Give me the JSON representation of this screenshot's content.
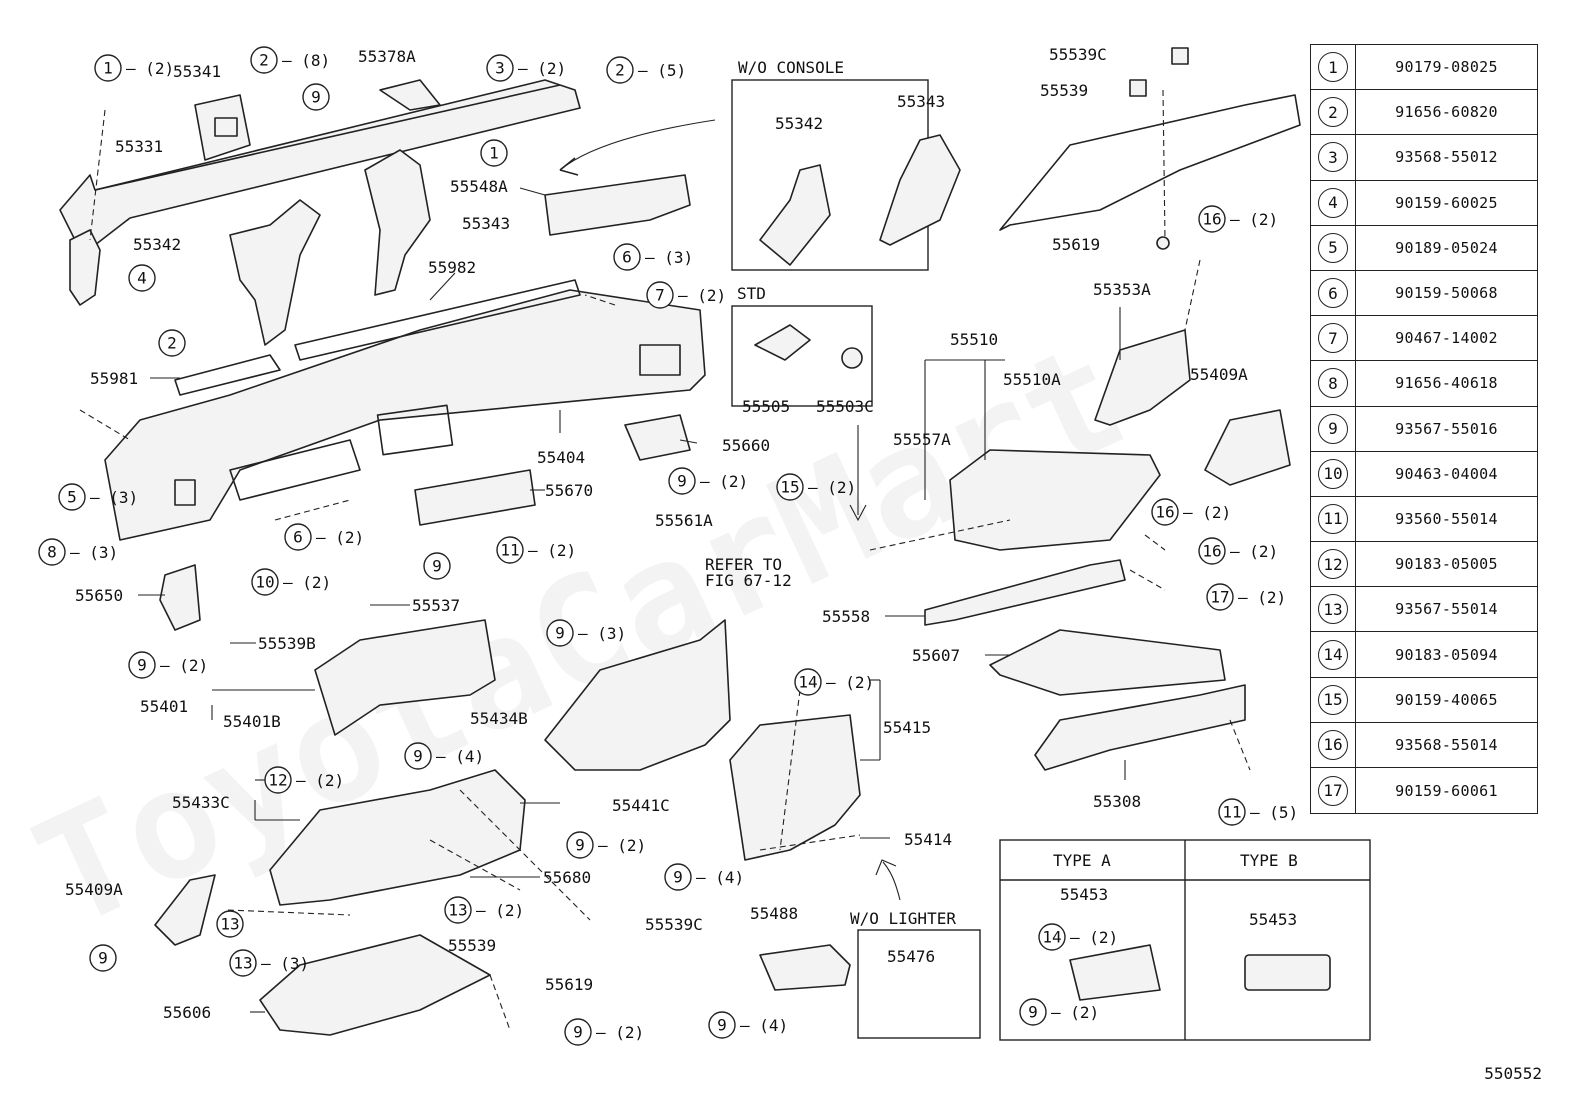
{
  "diagram_id": "550552",
  "watermark": "ToyotaCarMart",
  "boxes": {
    "wo_console": {
      "title": "W/O CONSOLE",
      "parts": [
        "55342",
        "55343"
      ]
    },
    "std": {
      "title": "STD",
      "parts": [
        "55505",
        "55503C"
      ]
    },
    "wo_lighter": {
      "title": "W/O LIGHTER",
      "parts": [
        "55476"
      ]
    },
    "type_a": {
      "title": "TYPE A",
      "parts": [
        "55453"
      ]
    },
    "type_b": {
      "title": "TYPE B",
      "parts": [
        "55453"
      ]
    }
  },
  "labels": {
    "l55341": "55341",
    "l55378a": "55378A",
    "l55331": "55331",
    "l55342": "55342",
    "l55343": "55343",
    "l55548a": "55548A",
    "l55982": "55982",
    "l55981": "55981",
    "l55404": "55404",
    "l55660": "55660",
    "l55670": "55670",
    "l55561a": "55561A",
    "l55537": "55537",
    "l55650": "55650",
    "l55539b": "55539B",
    "l55401": "55401",
    "l55401b": "55401B",
    "l55434b": "55434B",
    "l55433c": "55433C",
    "l55441c": "55441C",
    "l55680": "55680",
    "l55409a_l": "55409A",
    "l55539c_b": "55539C",
    "l55539_b": "55539",
    "l55619_b": "55619",
    "l55606": "55606",
    "l55488": "55488",
    "l55414": "55414",
    "l55415": "55415",
    "l55558": "55558",
    "l55607": "55607",
    "l55308": "55308",
    "l55539c_t": "55539C",
    "l55539_t": "55539",
    "l55619_t": "55619",
    "l55353a": "55353A",
    "l55510": "55510",
    "l55510a": "55510A",
    "l55557a": "55557A",
    "l55409a_r": "55409A",
    "refer1": "REFER TO",
    "refer2": "FIG 67-12"
  },
  "callouts": [
    {
      "num": "1",
      "qty": "(2)"
    },
    {
      "num": "2",
      "qty": "(8)"
    },
    {
      "num": "3",
      "qty": "(2)"
    },
    {
      "num": "2",
      "qty": "(5)"
    },
    {
      "num": "9",
      "qty": ""
    },
    {
      "num": "1",
      "qty": ""
    },
    {
      "num": "4",
      "qty": ""
    },
    {
      "num": "6",
      "qty": "(3)"
    },
    {
      "num": "7",
      "qty": "(2)"
    },
    {
      "num": "2",
      "qty": ""
    },
    {
      "num": "5",
      "qty": "(3)"
    },
    {
      "num": "8",
      "qty": "(3)"
    },
    {
      "num": "6",
      "qty": "(2)"
    },
    {
      "num": "10",
      "qty": "(2)"
    },
    {
      "num": "9",
      "qty": "(2)"
    },
    {
      "num": "9",
      "qty": ""
    },
    {
      "num": "11",
      "qty": "(2)"
    },
    {
      "num": "15",
      "qty": "(2)"
    },
    {
      "num": "9",
      "qty": "(2)"
    },
    {
      "num": "9",
      "qty": "(3)"
    },
    {
      "num": "9",
      "qty": "(4)"
    },
    {
      "num": "12",
      "qty": "(2)"
    },
    {
      "num": "9",
      "qty": "(2)"
    },
    {
      "num": "13",
      "qty": "(2)"
    },
    {
      "num": "13",
      "qty": ""
    },
    {
      "num": "13",
      "qty": "(3)"
    },
    {
      "num": "9",
      "qty": ""
    },
    {
      "num": "9",
      "qty": "(2)"
    },
    {
      "num": "9",
      "qty": "(4)"
    },
    {
      "num": "9",
      "qty": "(4)"
    },
    {
      "num": "14",
      "qty": "(2)"
    },
    {
      "num": "16",
      "qty": "(2)"
    },
    {
      "num": "16",
      "qty": "(2)"
    },
    {
      "num": "16",
      "qty": "(2)"
    },
    {
      "num": "17",
      "qty": "(2)"
    },
    {
      "num": "11",
      "qty": "(5)"
    },
    {
      "num": "14",
      "qty": "(2)"
    },
    {
      "num": "9",
      "qty": "(2)"
    }
  ],
  "parts_table": [
    {
      "key": "1",
      "part_no": "90179-08025"
    },
    {
      "key": "2",
      "part_no": "91656-60820"
    },
    {
      "key": "3",
      "part_no": "93568-55012"
    },
    {
      "key": "4",
      "part_no": "90159-60025"
    },
    {
      "key": "5",
      "part_no": "90189-05024"
    },
    {
      "key": "6",
      "part_no": "90159-50068"
    },
    {
      "key": "7",
      "part_no": "90467-14002"
    },
    {
      "key": "8",
      "part_no": "91656-40618"
    },
    {
      "key": "9",
      "part_no": "93567-55016"
    },
    {
      "key": "10",
      "part_no": "90463-04004"
    },
    {
      "key": "11",
      "part_no": "93560-55014"
    },
    {
      "key": "12",
      "part_no": "90183-05005"
    },
    {
      "key": "13",
      "part_no": "93567-55014"
    },
    {
      "key": "14",
      "part_no": "90183-05094"
    },
    {
      "key": "15",
      "part_no": "90159-40065"
    },
    {
      "key": "16",
      "part_no": "93568-55014"
    },
    {
      "key": "17",
      "part_no": "90159-60061"
    }
  ]
}
